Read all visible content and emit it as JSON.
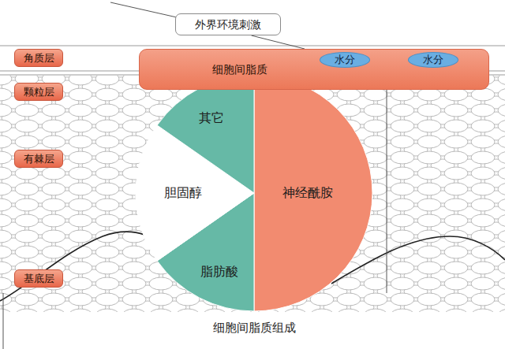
{
  "diagram": {
    "caption": "细胞间脂质组成",
    "nodes": [
      {
        "text": [
          "外界环境刺激"
        ]
      },
      {
        "text": [
          "角质层"
        ]
      },
      {
        "text": [
          "细胞间脂质"
        ]
      },
      {
        "text": [
          "水分"
        ],
        "in": 2
      },
      {
        "text": [
          "水分"
        ],
        "in": 2
      },
      {
        "text": [
          "颗粒层"
        ]
      },
      {
        "text": [
          "其它"
        ]
      },
      {
        "text": [
          "胆固醇"
        ]
      },
      {
        "text": [
          "神经酰胺"
        ]
      },
      {
        "text": [
          "有棘层"
        ]
      },
      {
        "text": [
          "脂肪酸"
        ]
      },
      {
        "text": [
          "基底层"
        ]
      }
    ],
    "edges": [
      {
        "from": 0,
        "to": 2,
        "arrow": "none"
      }
    ]
  }
}
